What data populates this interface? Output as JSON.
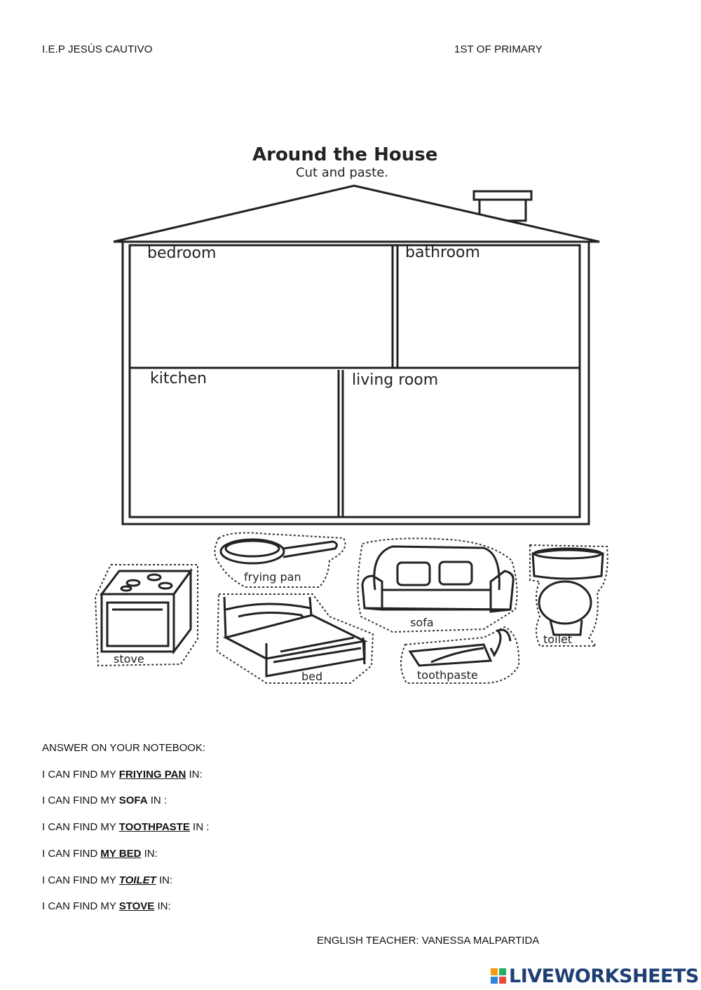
{
  "header": {
    "school": "I.E.P JESÚS CAUTIVO",
    "grade": "1ST OF PRIMARY"
  },
  "worksheet": {
    "title": "Around the House",
    "subtitle": "Cut and paste.",
    "rooms": [
      "bedroom",
      "bathroom",
      "kitchen",
      "living room"
    ],
    "cutouts": [
      "frying pan",
      "sofa",
      "toilet",
      "stove",
      "bed",
      "toothpaste"
    ]
  },
  "questions": {
    "intro": "ANSWER ON YOUR NOTEBOOK:",
    "items": [
      {
        "pre": "I CAN FIND MY ",
        "item": "FRIYING PAN",
        "post": " IN:"
      },
      {
        "pre": "I CAN FIND MY ",
        "item": "SOFA",
        "post": " IN :"
      },
      {
        "pre": "I CAN FIND MY ",
        "item": "TOOTHPASTE",
        "post": " IN :"
      },
      {
        "pre": "I CAN FIND ",
        "item": "MY BED",
        "post": " IN:"
      },
      {
        "pre": "I CAN FIND MY ",
        "item": "TOILET",
        "post": " IN:"
      },
      {
        "pre": "I CAN FIND MY ",
        "item": "STOVE",
        "post": " IN:"
      }
    ]
  },
  "footer": {
    "teacher": "ENGLISH TEACHER: VANESSA MALPARTIDA"
  },
  "brand": {
    "name": "LIVEWORKSHEETS",
    "color": "#1d3f73"
  }
}
